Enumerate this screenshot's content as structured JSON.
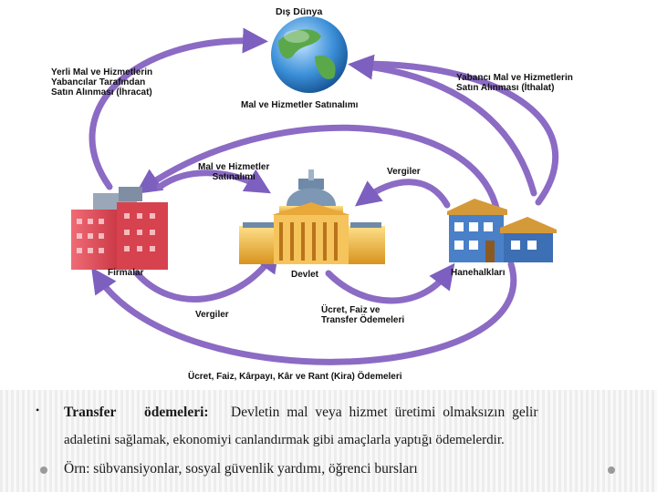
{
  "diagram": {
    "world": "Dış Dünya",
    "exports": "Yerli Mal ve Hizmetlerin\nYabancılar Tarafından\nSatın Alınması (İhracat)",
    "imports": "Yabancı Mal ve Hizmetlerin\nSatın Alınması (İthalat)",
    "goods_purchase_outer": "Mal ve Hizmetler Satınalımı",
    "goods_purchase_inner": "Mal ve Hizmetler\nSatınalımı",
    "taxes_right": "Vergiler",
    "firms": "Firmalar",
    "government": "Devlet",
    "households": "Hanehalkları",
    "taxes_left": "Vergiler",
    "transfer_payments": "Ücret, Faiz ve\nTransfer Ödemeleri",
    "factor_payments": "Ücret, Faiz, Kârpayı, Kâr ve Rant (Kira) Ödemeleri"
  },
  "colors": {
    "arrow": "#8b6bc4",
    "firm_building": "#e8525e",
    "government_building": "#f2b84b",
    "house": "#4a80c8"
  },
  "text": {
    "bullet_symbol": "•",
    "line1_term": "Transfer",
    "line1_term2": "ödemeleri:",
    "line1_rest": "Devletin mal veya hizmet üretimi olmaksızın gelir",
    "line2": "adaletini sağlamak, ekonomiyi canlandırmak gibi amaçlarla yaptığı ödemelerdir.",
    "line3": "Örn: sübvansiyonlar, sosyal güvenlik yardımı, öğrenci bursları"
  }
}
